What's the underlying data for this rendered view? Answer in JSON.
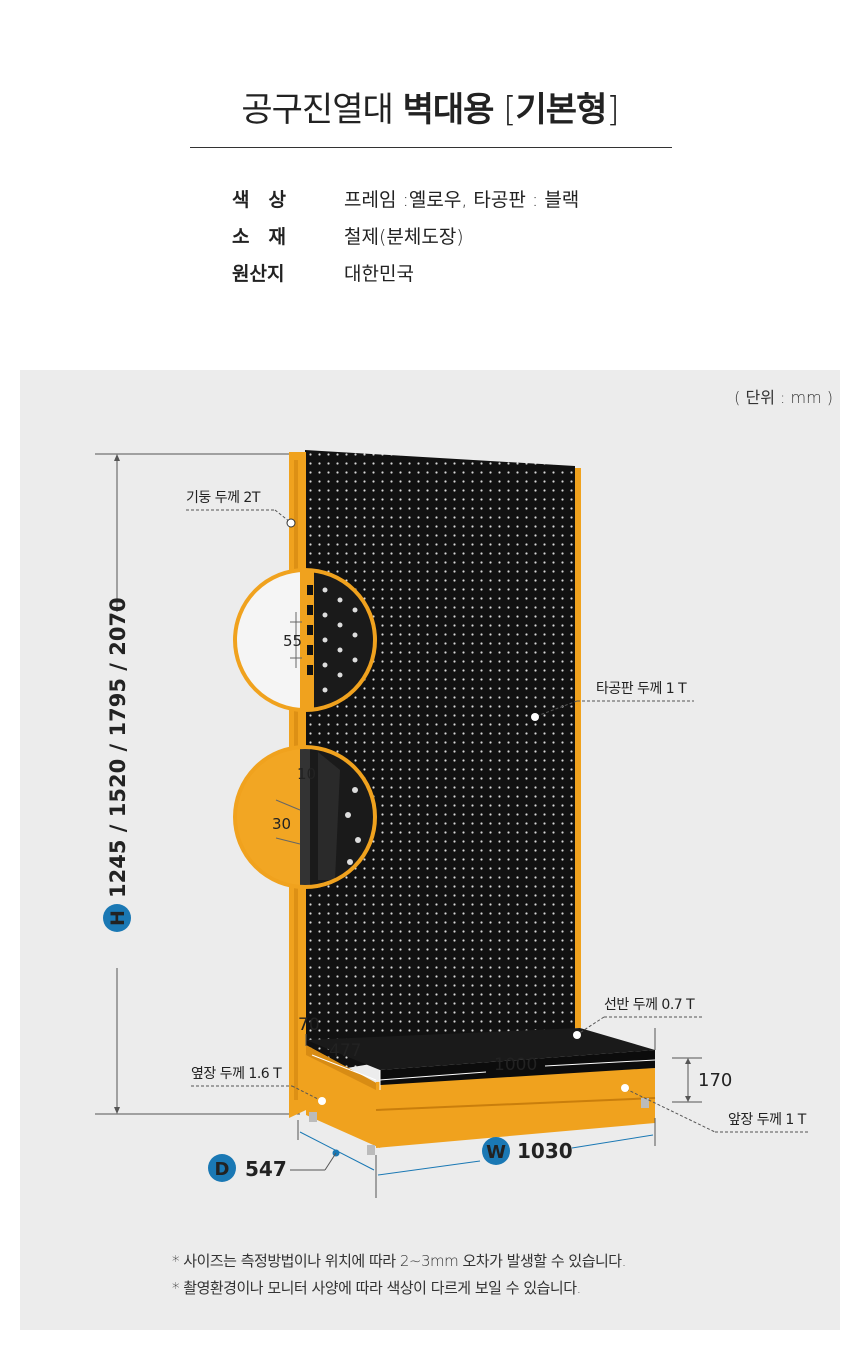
{
  "title": {
    "light": "공구진열대 ",
    "bold1": "벽대용",
    "bracket_open": " [",
    "bold2": "기본형",
    "bracket_close": "]"
  },
  "specs": [
    {
      "key": "색　상",
      "value": "프레임 :옐로우,  타공판 : 블랙"
    },
    {
      "key": "소　재",
      "value": "철제(분체도장)"
    },
    {
      "key": "원산지",
      "value": "대한민국"
    }
  ],
  "unit": "( 단위 : mm )",
  "dimensions": {
    "height_badge": "H",
    "height_values": "1245 / 1520 / 1795 / 2070",
    "depth_badge": "D",
    "depth_value": "547",
    "width_badge": "W",
    "width_value": "1030",
    "shelf_width": "1000",
    "shelf_depth": "477",
    "base_height_side": "70",
    "base_height_front": "170",
    "hole_pitch": "55",
    "slot_10": "10",
    "slot_30": "30"
  },
  "labels": {
    "column": "기둥 두께 2T",
    "pegboard": "타공판 두께 1 T",
    "shelf": "선반 두께 0.7 T",
    "side_panel": "옆장 두께 1.6 T",
    "front_panel": "앞장 두께 1 T"
  },
  "notes": [
    "* 사이즈는 측정방법이나 위치에 따라 2~3mm 오차가 발생할 수 있습니다.",
    "* 촬영환경이나 모니터 사양에 따라 색상이 다르게 보일 수 있습니다."
  ],
  "colors": {
    "frame": "#f0a21e",
    "board": "#111111",
    "badge": "#1a78b4",
    "panel_bg": "#ececec"
  }
}
